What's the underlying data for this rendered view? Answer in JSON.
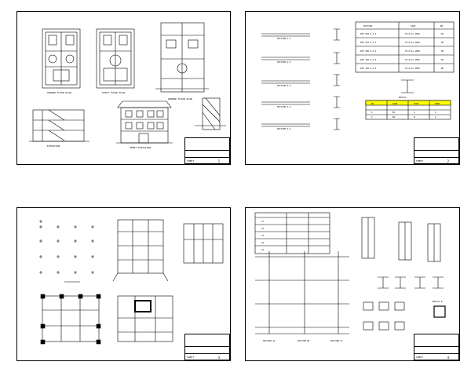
{
  "sheets": [
    {
      "id": "sheet-1",
      "label": "SHEET",
      "number": "1"
    },
    {
      "id": "sheet-2",
      "label": "SHEET",
      "number": "2"
    },
    {
      "id": "sheet-3",
      "label": "SHEET",
      "number": "3"
    },
    {
      "id": "sheet-4",
      "label": "SHEET",
      "number": "4"
    }
  ],
  "sheet1": {
    "plan_titles": [
      "GROUND FLOOR PLAN",
      "FIRST FLOOR PLAN",
      "GROUND FLOOR PLAN"
    ],
    "elevation_titles": [
      "ELEVATION",
      "FRONT ELEVATION"
    ]
  },
  "sheet2": {
    "table_headers": [
      "SECTION",
      "SIZE",
      "NO."
    ],
    "table_rows": [
      [
        "IPE 240 P.A.I",
        "Profile 2000",
        "B1"
      ],
      [
        "IPE 270 P.A.I",
        "Profile 2000",
        "B2"
      ],
      [
        "IPE 300 P.A.I",
        "Profile 2000",
        "B3"
      ],
      [
        "IPE 160 P.A.I",
        "Profile 2000",
        "B4"
      ],
      [
        "IPE 140 P.A.I",
        "Profile 2000",
        "B5"
      ]
    ],
    "beam_labels": [
      "SECTION 1-1",
      "SECTION 2-2",
      "SECTION 3-3",
      "SECTION 4-4",
      "SECTION 5-5"
    ],
    "small_table_title": "DETAIL",
    "small_table_headers": [
      "NO.",
      "SIZE",
      "TYPE",
      "MARK"
    ],
    "small_table_rows": [
      [
        "1",
        "B1",
        "A",
        "1"
      ],
      [
        "2",
        "B2",
        "B",
        "2"
      ]
    ]
  },
  "sheet4": {
    "section_labels": [
      "SECTION A1",
      "SECTION B1",
      "SECTION C1"
    ],
    "detail_label": "DETAIL B",
    "table_rows": [
      "C1",
      "C2",
      "C3",
      "C4",
      "C5"
    ]
  }
}
